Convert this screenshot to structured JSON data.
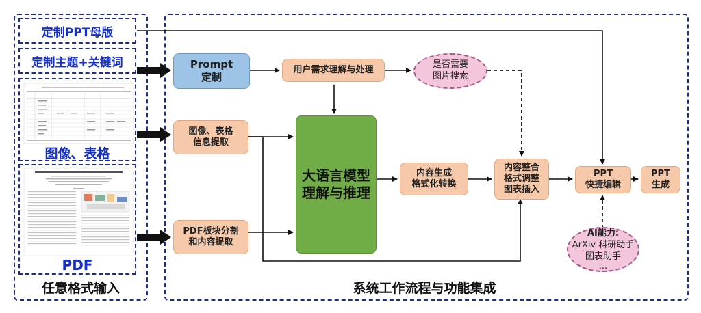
{
  "inputs": {
    "template_label": "定制PPT母版",
    "topic_label": "定制主题+关键词",
    "image_table_label": "图像、表格",
    "pdf_label": "PDF",
    "section_label": "任意格式输入"
  },
  "workflow": {
    "section_label": "系统工作流程与功能集成",
    "prompt_line1": "Prompt",
    "prompt_line2": "定制",
    "user_need": "用户需求理解与处理",
    "image_search_line1": "是否需要",
    "image_search_line2": "图片搜索",
    "image_extract_line1": "图像、表格",
    "image_extract_line2": "信息提取",
    "pdf_split_line1": "PDF板块分割",
    "pdf_split_line2": "和内容提取",
    "llm_line1": "大语言模型",
    "llm_line2": "理解与推理",
    "content_gen_line1": "内容生成",
    "content_gen_line2": "格式化转换",
    "content_merge_line1": "内容整合",
    "content_merge_line2": "格式调整",
    "content_merge_line3": "图表插入",
    "ppt_edit_line1": "PPT",
    "ppt_edit_line2": "快捷编辑",
    "ppt_gen_line1": "PPT",
    "ppt_gen_line2": "生成",
    "ai_line1": "AI能力:",
    "ai_line2": "ArXiv 科研助手",
    "ai_line3": "图表助手",
    "ai_line4": "..."
  },
  "colors": {
    "frame_border": "#1f2e8c",
    "input_text": "#1530c8",
    "prompt_fill": "#9dc3e6",
    "node_fill": "#f6c9aa",
    "llm_fill": "#70ad47",
    "ellipse_fill": "#f4c6dc"
  }
}
